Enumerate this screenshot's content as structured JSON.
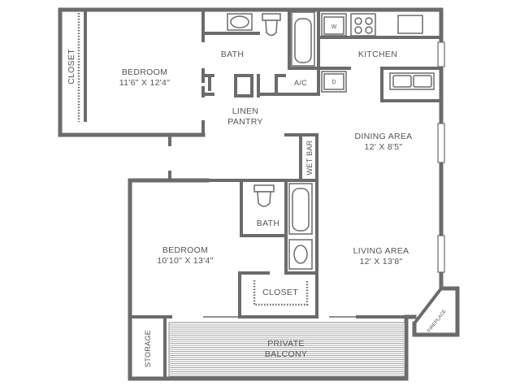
{
  "rooms": {
    "bedroom1": {
      "name": "BEDROOM",
      "dims": "11'6\" X 12'4\""
    },
    "closet1": "CLOSET",
    "bath1": "BATH",
    "kitchen": "KITCHEN",
    "ac": "A/C",
    "linen_line1": "LINEN",
    "linen_line2": "PANTRY",
    "dining": {
      "name": "DINING AREA",
      "dims": "12' X 8'5\""
    },
    "wet_bar": "WET BAR",
    "bath2": "BATH",
    "bedroom2": {
      "name": "BEDROOM",
      "dims": "10'10\" X 13'4\""
    },
    "living": {
      "name": "LIVING AREA",
      "dims": "12' X 13'8\""
    },
    "closet2": "CLOSET",
    "storage": "STORAGE",
    "balcony_line1": "PRIVATE",
    "balcony_line2": "BALCONY",
    "fireplace": "FIREPLACE"
  },
  "appliances": {
    "washer": "W",
    "dryer": "D"
  }
}
